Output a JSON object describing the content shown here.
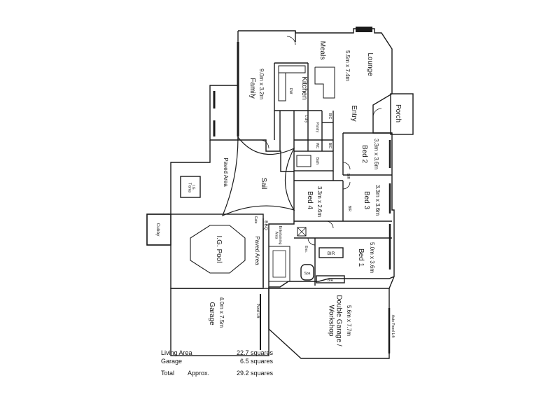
{
  "rooms": {
    "meals": "Meals",
    "lounge": {
      "name": "Lounge",
      "dim": "5.5m x 7.4m"
    },
    "family": {
      "name": "Family",
      "dim": "9.0m x 3.2m"
    },
    "kitchen": "Kitchen",
    "dw": "DW",
    "entry": "Entry",
    "porch": "Porch",
    "ldry": "L'dry",
    "pantry": "Pantry",
    "bic": "BIC",
    "wc": "WC",
    "bath": "Bath",
    "bed2": {
      "name": "Bed 2",
      "dim": "3.3m x 3.6m"
    },
    "bed3": {
      "name": "Bed 3",
      "dim": "3.3m x 3.6m"
    },
    "bed4": {
      "name": "Bed 4",
      "dim": "3.3m x 2.6m"
    },
    "bed1": {
      "name": "Bed 1",
      "dim": "5.0m x 3.6m"
    },
    "bir": "BIR",
    "ens": "Ens.",
    "spa": "Spa",
    "sail": "Sail",
    "paved_area": "Paved Area",
    "ig_tramp": "I.G.\nTramp",
    "cubby": "Cubby",
    "ig_pool": "I.G. Pool",
    "gate": "Gate",
    "bbq": "BBQ",
    "entertaining": "Entertaining\nArea",
    "garage": {
      "name": "Garage",
      "dim": "4.0m x 7.5m"
    },
    "panel_lift": "Panel Lift",
    "double_garage": {
      "name": "Double Garage /\nWorkshop",
      "dim": "5.6m x 7.7m"
    },
    "auto_panel_lift": "Auto Panel Lift"
  },
  "summary": {
    "living_label": "Living Area",
    "living_value": "22.7 squares",
    "garage_label": "Garage",
    "garage_value": "6.5 squares",
    "total_label": "Total",
    "approx_label": "Approx.",
    "total_value": "29.2 squares"
  }
}
